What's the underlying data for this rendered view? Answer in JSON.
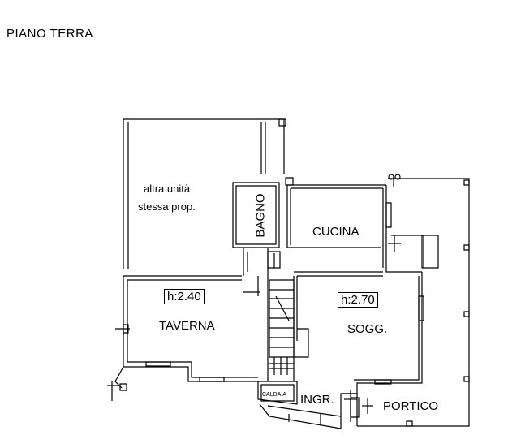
{
  "title": "PIANO TERRA",
  "rooms": {
    "other_unit_line1": "altra unità",
    "other_unit_line2": "stessa prop.",
    "bagno": "BAGNO",
    "cucina": "CUCINA",
    "taverna": "TAVERNA",
    "soggiorno": "SOGG.",
    "ingresso": "INGR.",
    "portico": "PORTICO",
    "caldaia": "CALDAIA"
  },
  "heights": {
    "taverna": "h:2.40",
    "soggiorno": "h:2.70"
  }
}
